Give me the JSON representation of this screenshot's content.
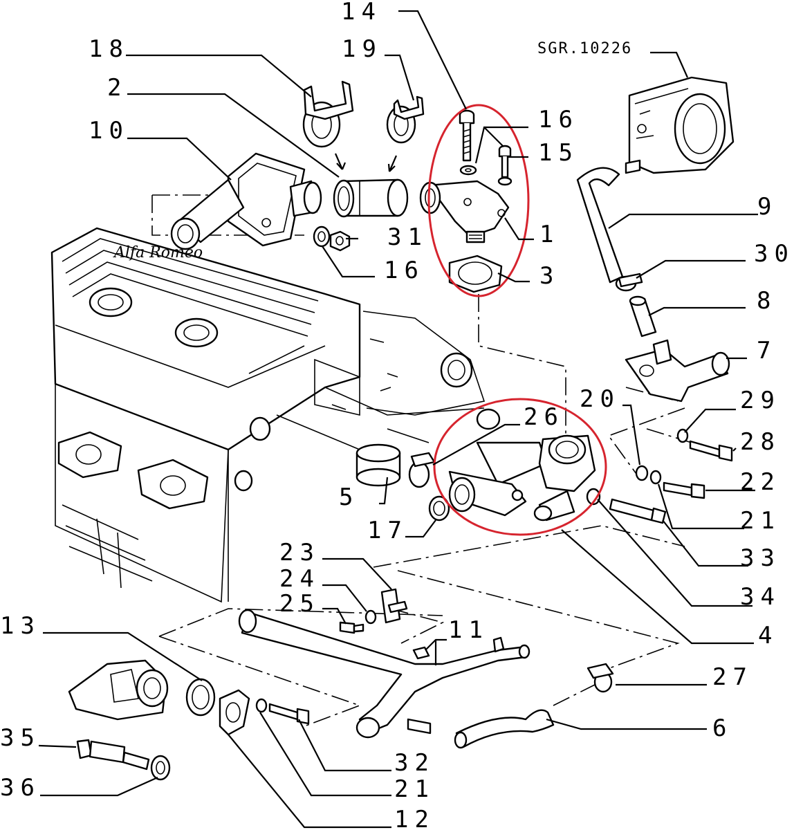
{
  "diagram": {
    "reference_code": "SGR.10226",
    "labels": {
      "l14": "14",
      "l18": "18",
      "l19": "19",
      "l2": "2",
      "l10": "10",
      "l16a": "16",
      "l15": "15",
      "l9": "9",
      "l31": "31",
      "l1": "1",
      "l16b": "16",
      "l3": "3",
      "l30": "30",
      "l8": "8",
      "l7": "7",
      "l20": "20",
      "l29": "29",
      "l26": "26",
      "l28": "28",
      "l5": "5",
      "l22": "22",
      "l21a": "21",
      "l17": "17",
      "l33": "33",
      "l23": "23",
      "l34": "34",
      "l24": "24",
      "l25": "25",
      "l11": "11",
      "l4": "4",
      "l13": "13",
      "l27": "27",
      "l6": "6",
      "l35": "35",
      "l32": "32",
      "l21b": "21",
      "l36": "36",
      "l12": "12"
    },
    "highlight_color": "#d6242e"
  }
}
